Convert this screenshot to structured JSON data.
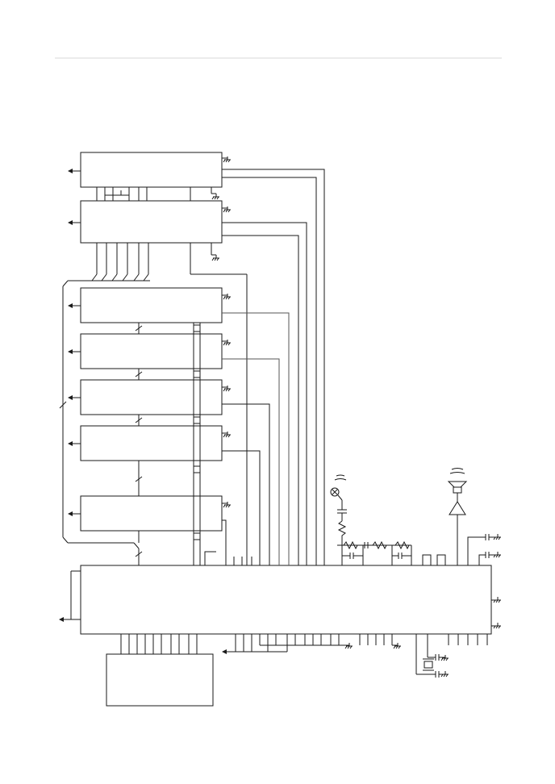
{
  "diagram": {
    "kind": "circuit-block-schematic",
    "blocks": [
      {
        "id": "block-1"
      },
      {
        "id": "block-2"
      },
      {
        "id": "block-3"
      },
      {
        "id": "block-4"
      },
      {
        "id": "block-5"
      },
      {
        "id": "block-6"
      },
      {
        "id": "block-7"
      },
      {
        "id": "main-controller"
      },
      {
        "id": "lower-block"
      }
    ],
    "components": [
      "microphone-icon",
      "speaker-icon",
      "amplifier-icon",
      "crystal-icon",
      "resistor-icon",
      "capacitor-icon",
      "ground-icon"
    ],
    "colors": {
      "line": "#1a1a1a",
      "secondary-line": "#555555",
      "header-rule": "#d8d8d8",
      "background": "#ffffff"
    }
  }
}
